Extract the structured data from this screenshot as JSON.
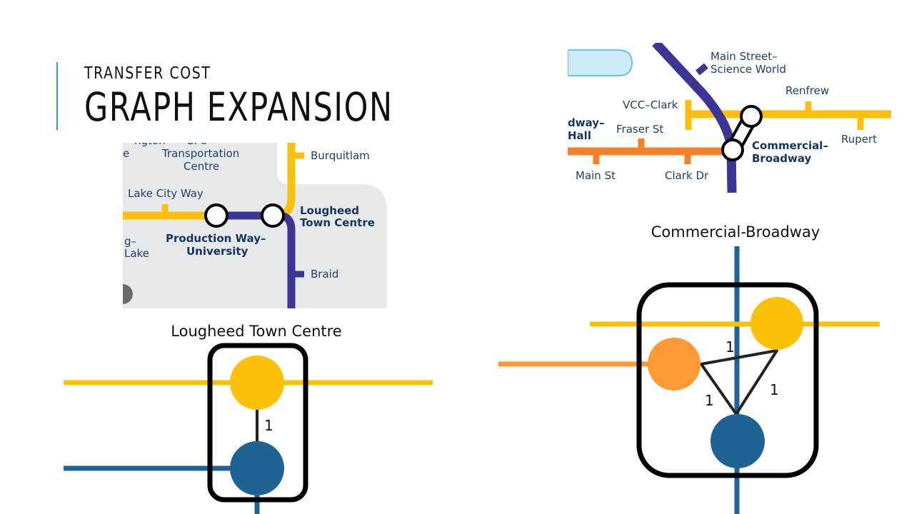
{
  "slide": {
    "subtitle": "TRANSFER COST",
    "title": "GRAPH EXPANSION"
  },
  "colors": {
    "accent": "#3a9ec2",
    "expo_line_yellow": "#fbbf0f",
    "millennium_line_blue": "#3b3596",
    "canada_line_orange": "#f4812a",
    "node_yellow": "#fbc108",
    "node_orange": "#fd9a35",
    "node_blue": "#1e6393"
  },
  "map_left": {
    "labels": {
      "partial_top_left_1": "ngton",
      "partial_top_left_2": "e",
      "sfu_partial": "SFU",
      "transportation_centre_1": "Transportation",
      "transportation_centre_2": "Centre",
      "burquitlam": "Burquitlam",
      "lake_city_way": "Lake City Way",
      "lougheed_1": "Lougheed",
      "lougheed_2": "Town Centre",
      "production_1": "Production Way–",
      "production_2": "University",
      "partial_left_1": "g–",
      "partial_left_2": "Lake",
      "braid": "Braid"
    }
  },
  "map_right": {
    "labels": {
      "main_street_1": "Main Street–",
      "main_street_2": "Science World",
      "renfrew": "Renfrew",
      "vcc_clark": "VCC–Clark",
      "broadway_hall_1": "dway–",
      "broadway_hall_2": "Hall",
      "fraser_st": "Fraser St",
      "commercial_1": "Commercial–",
      "commercial_2": "Broadway",
      "rupert": "Rupert",
      "main_st": "Main St",
      "clark_dr": "Clark Dr"
    }
  },
  "diagram_left": {
    "title": "Lougheed Town Centre",
    "nodes": [
      {
        "id": "expo-node",
        "color": "yellow"
      },
      {
        "id": "millennium-node",
        "color": "blue"
      }
    ],
    "edges": [
      {
        "from": "expo-node",
        "to": "millennium-node",
        "weight": "1"
      }
    ]
  },
  "diagram_right": {
    "title": "Commercial-Broadway",
    "nodes": [
      {
        "id": "expo-node",
        "color": "yellow"
      },
      {
        "id": "canada-node",
        "color": "orange"
      },
      {
        "id": "millennium-node",
        "color": "blue"
      }
    ],
    "edges": [
      {
        "from": "canada-node",
        "to": "expo-node",
        "weight": "1"
      },
      {
        "from": "canada-node",
        "to": "millennium-node",
        "weight": "1"
      },
      {
        "from": "expo-node",
        "to": "millennium-node",
        "weight": "1"
      }
    ]
  }
}
